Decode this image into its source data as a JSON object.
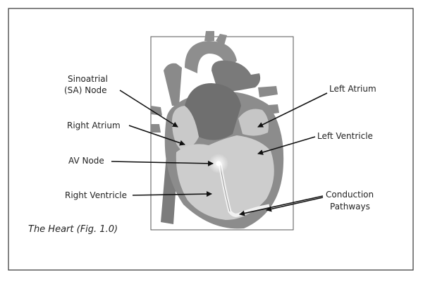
{
  "diagram": {
    "caption": "The Heart (Fig. 1.0)",
    "labels": {
      "sa_node_line1": "Sinoatrial",
      "sa_node_line2": "(SA) Node",
      "right_atrium": "Right Atrium",
      "av_node": "AV Node",
      "right_ventricle": "Right Ventricle",
      "left_atrium": "Left Atrium",
      "left_ventricle": "Left Ventricle",
      "conduction_line1": "Conduction",
      "conduction_line2": "Pathways"
    },
    "icons": {
      "heart": "heart-illustration-icon"
    }
  }
}
